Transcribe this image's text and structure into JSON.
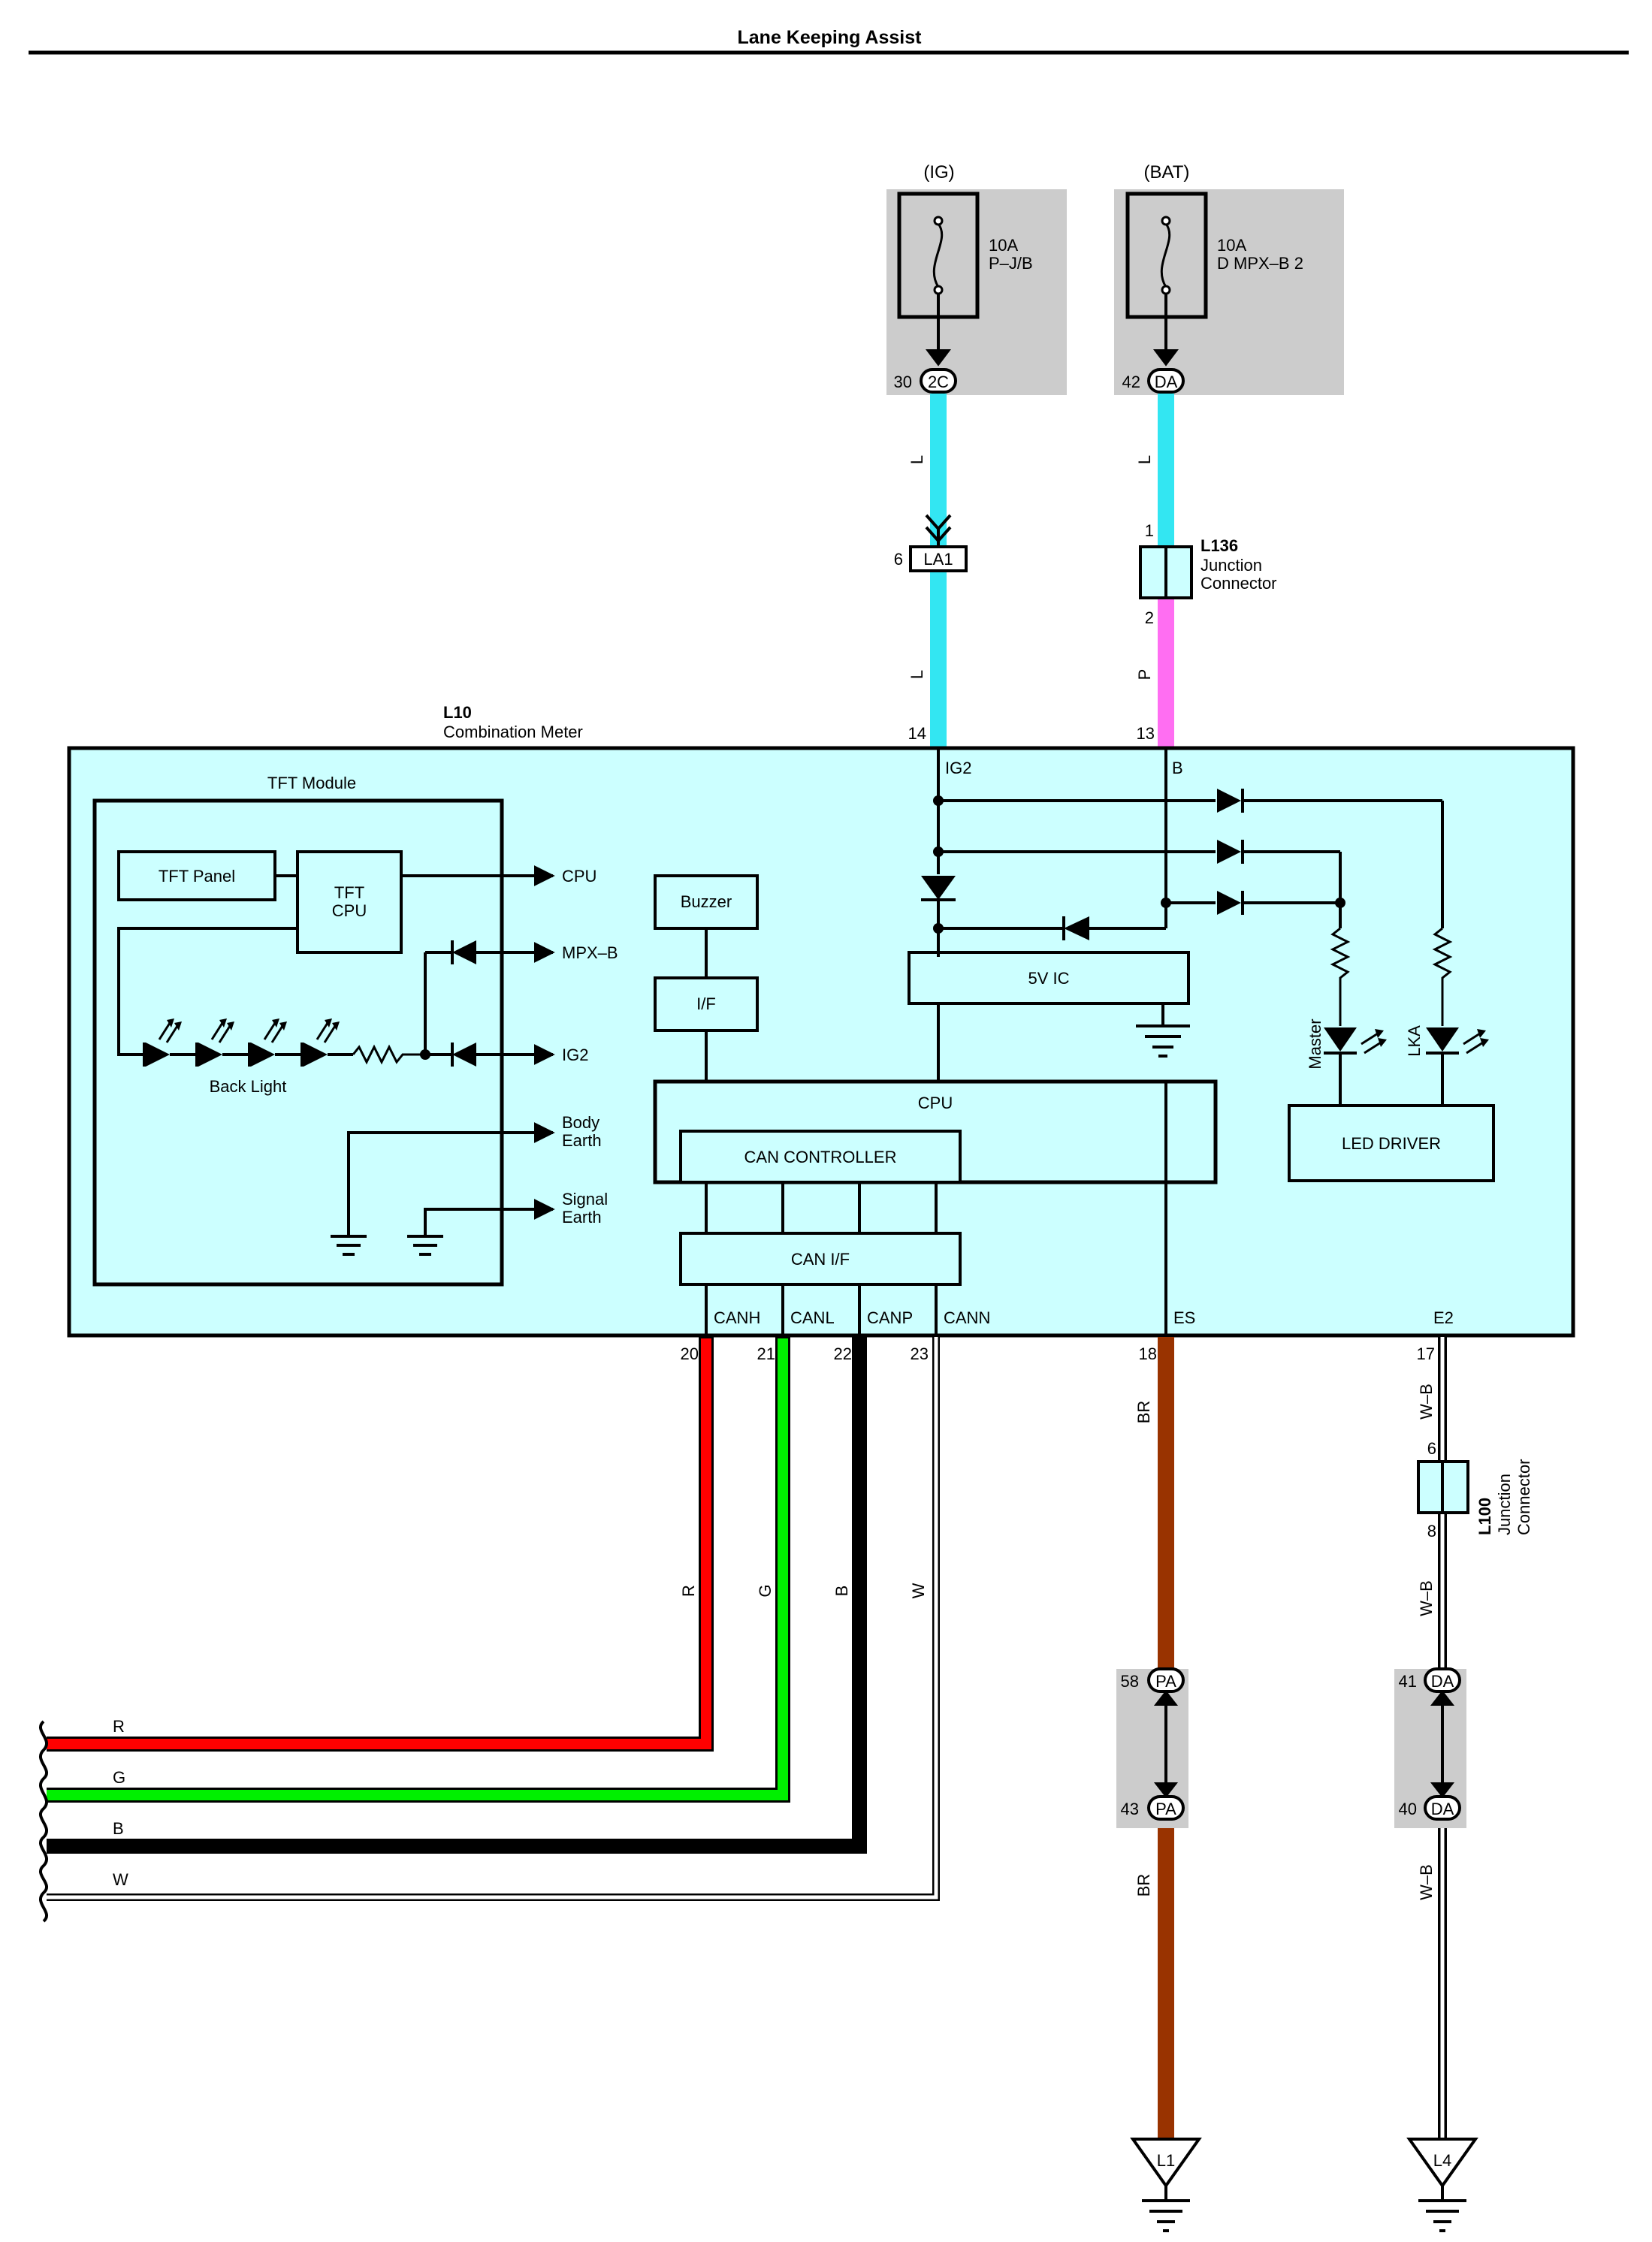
{
  "title": "Lane Keeping Assist",
  "colors": {
    "L": "#33e6f2",
    "P": "#ff6ef2",
    "R": "#ff0000",
    "G": "#00f000",
    "B": "#000000",
    "W": "#ffffff",
    "BR": "#993300",
    "WB": "#ffffff",
    "meter_fill": "#ccffff",
    "gray_box": "#cccccc"
  },
  "fuses": [
    {
      "source": "(IG)",
      "rating": "10A",
      "name": "P–J/B",
      "pin": "30",
      "connector": "2C"
    },
    {
      "source": "(BAT)",
      "rating": "10A",
      "name": "D MPX–B 2",
      "pin": "42",
      "connector": "DA"
    }
  ],
  "la1": {
    "pin": "6",
    "label": "LA1"
  },
  "l136": {
    "id": "L136",
    "name_line1": "Junction",
    "name_line2": "Connector",
    "pin_top": "1",
    "pin_bottom": "2"
  },
  "l100": {
    "id": "L100",
    "name_line1": "Junction",
    "name_line2": "Connector",
    "pin_top": "6",
    "pin_bottom": "8"
  },
  "meter": {
    "id": "L10",
    "name": "Combination Meter",
    "pins_top": [
      {
        "num": "14",
        "terminal": "IG2"
      },
      {
        "num": "13",
        "terminal": "B"
      }
    ],
    "pins_bottom": [
      {
        "num": "20",
        "terminal": "CANH"
      },
      {
        "num": "21",
        "terminal": "CANL"
      },
      {
        "num": "22",
        "terminal": "CANP"
      },
      {
        "num": "23",
        "terminal": "CANN"
      },
      {
        "num": "18",
        "terminal": "ES"
      },
      {
        "num": "17",
        "terminal": "E2"
      }
    ],
    "tft_module": "TFT Module",
    "tft_panel": "TFT Panel",
    "tft_cpu_line1": "TFT",
    "tft_cpu_line2": "CPU",
    "back_light": "Back Light",
    "out_cpu": "CPU",
    "out_mpxb": "MPX–B",
    "out_ig2": "IG2",
    "body_earth_line1": "Body",
    "body_earth_line2": "Earth",
    "signal_earth_line1": "Signal",
    "signal_earth_line2": "Earth",
    "buzzer": "Buzzer",
    "if": "I/F",
    "ic5v": "5V IC",
    "cpu": "CPU",
    "can_controller": "CAN CONTROLLER",
    "can_if": "CAN I/F",
    "led_driver": "LED DRIVER",
    "master": "Master",
    "lka": "LKA"
  },
  "wire_labels": {
    "ig_top": "L",
    "ig_bottom": "L",
    "bat_top": "L",
    "bat_bottom": "P",
    "canh": "R",
    "canl": "G",
    "canp": "B",
    "cann": "W",
    "es_top": "BR",
    "es_bottom": "BR",
    "e2_top": "W–B",
    "e2_mid": "W–B",
    "e2_bottom": "W–B"
  },
  "bus_labels": [
    "R",
    "G",
    "B",
    "W"
  ],
  "pa": {
    "pin_top": "58",
    "pin_bottom": "43",
    "label": "PA"
  },
  "da": {
    "pin_top": "41",
    "pin_bottom": "40",
    "label": "DA"
  },
  "grounds": [
    "L1",
    "L4"
  ]
}
